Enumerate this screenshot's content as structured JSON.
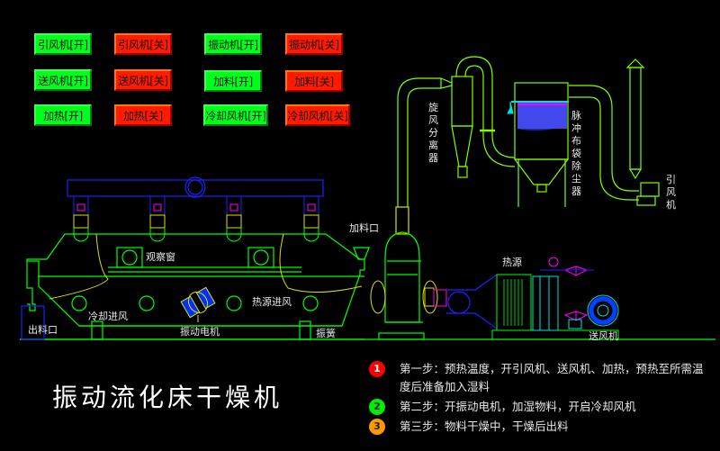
{
  "controls": {
    "buttons": [
      {
        "id": "induced-fan-on",
        "label": "引风机[开]",
        "state": "on"
      },
      {
        "id": "induced-fan-off",
        "label": "引风机[关]",
        "state": "off"
      },
      {
        "id": "vibrator-on",
        "label": "振动机[开]",
        "state": "on"
      },
      {
        "id": "vibrator-off",
        "label": "振动机[关]",
        "state": "off"
      },
      {
        "id": "blower-on",
        "label": "送风机[开]",
        "state": "on"
      },
      {
        "id": "blower-off",
        "label": "送风机[关]",
        "state": "off"
      },
      {
        "id": "feed-on",
        "label": "加料[开]",
        "state": "on"
      },
      {
        "id": "feed-off",
        "label": "加料[关]",
        "state": "off"
      },
      {
        "id": "heat-on",
        "label": "加热[开]",
        "state": "on"
      },
      {
        "id": "heat-off",
        "label": "加热[关]",
        "state": "off"
      },
      {
        "id": "cooling-fan-on",
        "label": "冷却风机[开]",
        "state": "on"
      },
      {
        "id": "cooling-fan-off",
        "label": "冷却风机[关]",
        "state": "off"
      }
    ]
  },
  "diagram": {
    "labels": {
      "observation_window": "观察窗",
      "cooling_inlet": "冷却进风",
      "heat_inlet": "热源进风",
      "discharge": "出料口",
      "vibration_motor": "振动电机",
      "spring": "振簧",
      "feed_port": "加料口",
      "heat_source": "热源",
      "blower": "送风机",
      "cyclone": "旋风分离器",
      "bag_filter": "脉冲布袋除尘器",
      "induced_fan": "引风机"
    }
  },
  "title": "振动流化床干燥机",
  "steps": [
    {
      "num": "1",
      "text": "第一步：预热温度，开引风机、送风机、加热，预热至所需温度后准备加入湿料",
      "color": "#ff0000"
    },
    {
      "num": "2",
      "text": "第二步：开振动电机，加湿物料，开启冷却风机",
      "color": "#00ee00"
    },
    {
      "num": "3",
      "text": "第三步：物料干燥中，干燥后出料",
      "color": "#ff9900"
    }
  ],
  "colors": {
    "on": "#00ff1a",
    "off": "#ff1a00",
    "line": "#00ff00",
    "duct": "#7fff00"
  }
}
